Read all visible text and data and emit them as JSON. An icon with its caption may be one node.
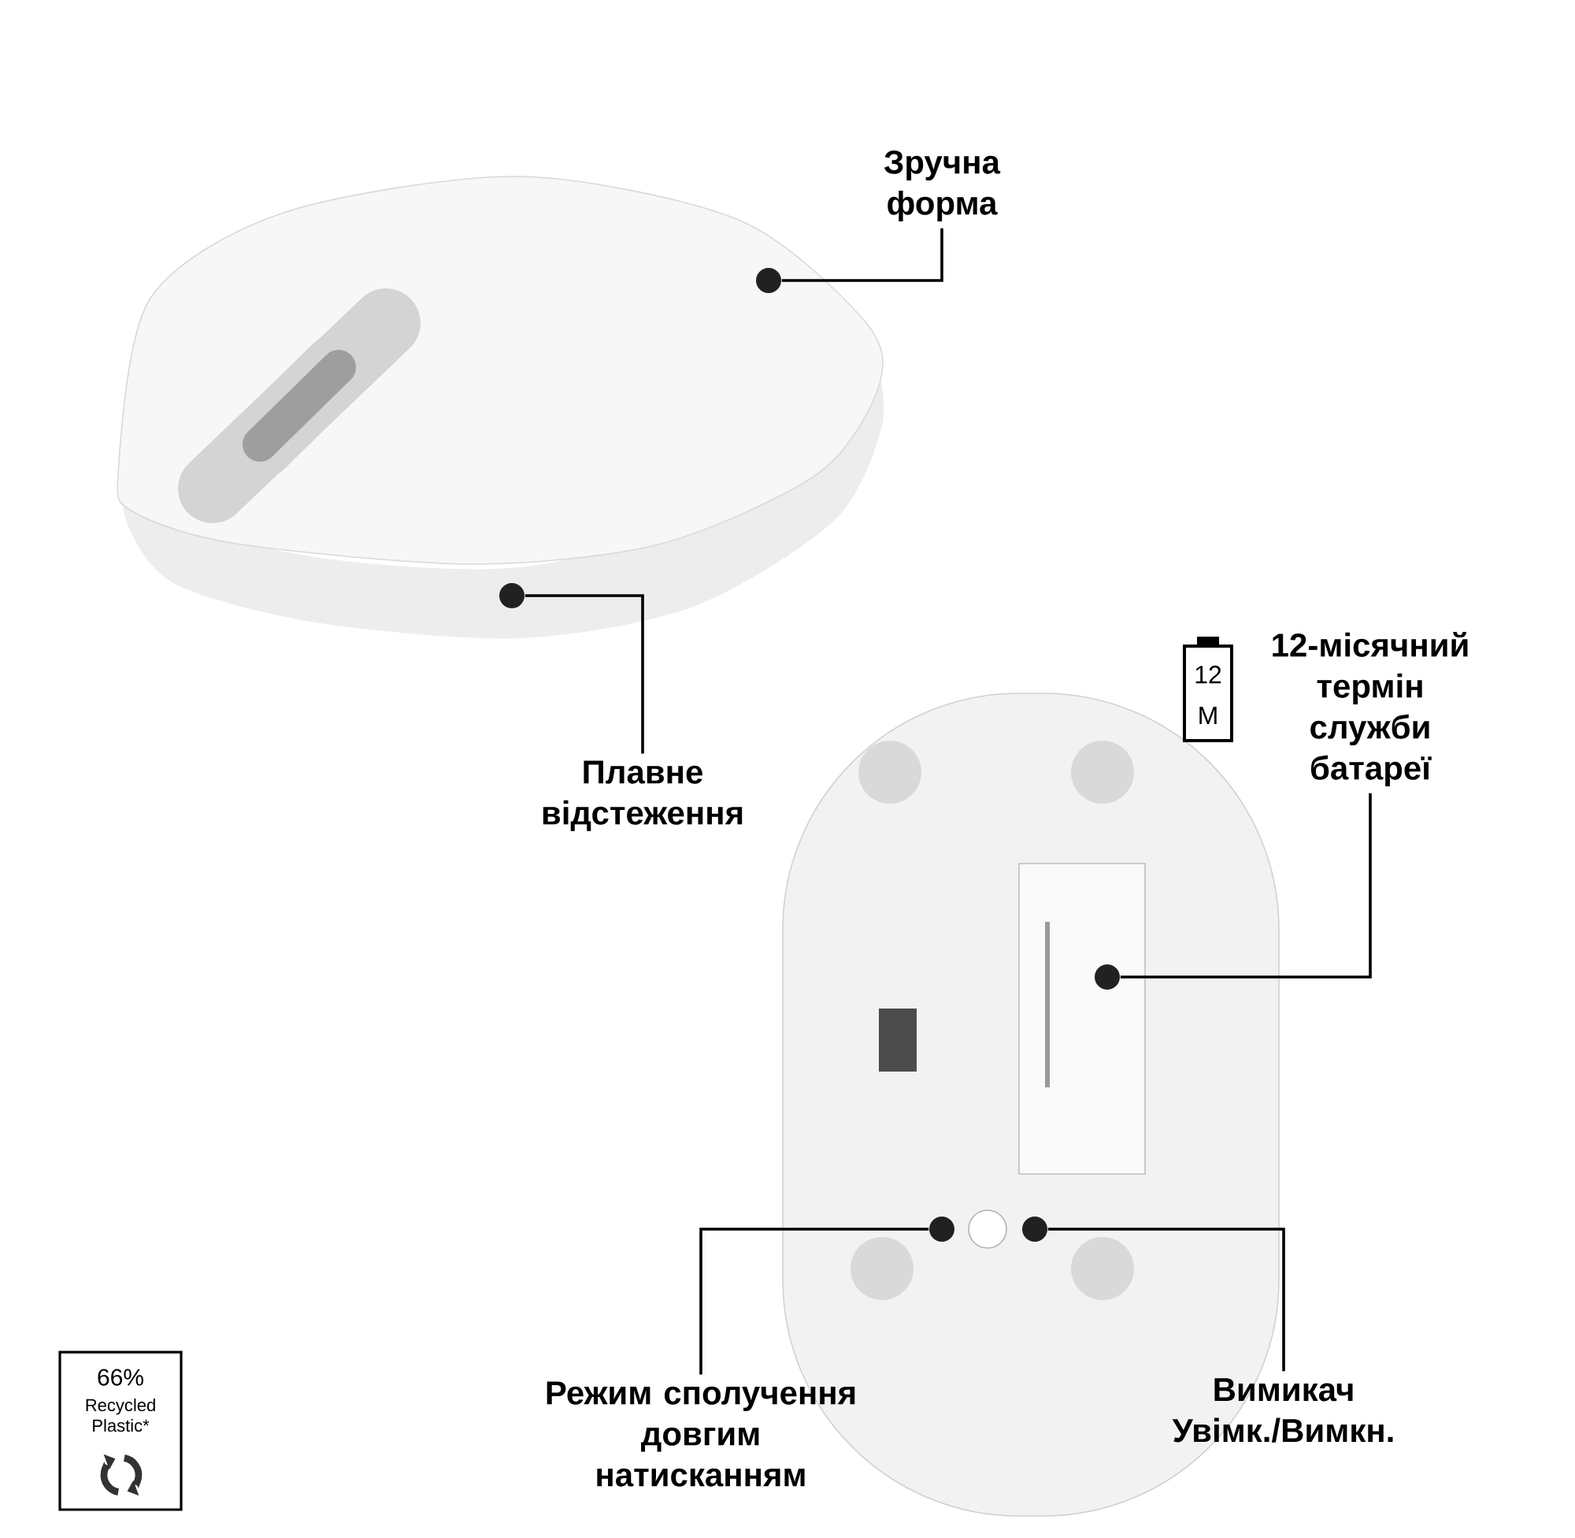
{
  "diagram": {
    "nodes": [
      {
        "text": [
          "Зручна форма"
        ]
      },
      {
        "text": [],
        "shape": "circle"
      },
      {
        "text": [
          "Плавне відстеження"
        ]
      },
      {
        "text": [],
        "shape": "circle"
      },
      {
        "text": [
          "12-місячний термін служби батареї"
        ]
      },
      {
        "text": [],
        "shape": "circle"
      },
      {
        "text": [
          "Режим сполучення довгим натисканням"
        ]
      },
      {
        "text": [],
        "shape": "circle"
      },
      {
        "text": [
          "Вимикач Увімк./Вимкн."
        ]
      },
      {
        "text": [],
        "shape": "circle"
      }
    ],
    "edges": [
      {
        "from": 0,
        "to": 1,
        "arrow": "none"
      },
      {
        "from": 2,
        "to": 3,
        "arrow": "none"
      },
      {
        "from": 4,
        "to": 5,
        "arrow": "none"
      },
      {
        "from": 6,
        "to": 7,
        "arrow": "none"
      },
      {
        "from": 8,
        "to": 9,
        "arrow": "none"
      }
    ],
    "labels": [
      "12",
      "М",
      "66%",
      "Recycled Plastic*"
    ]
  }
}
